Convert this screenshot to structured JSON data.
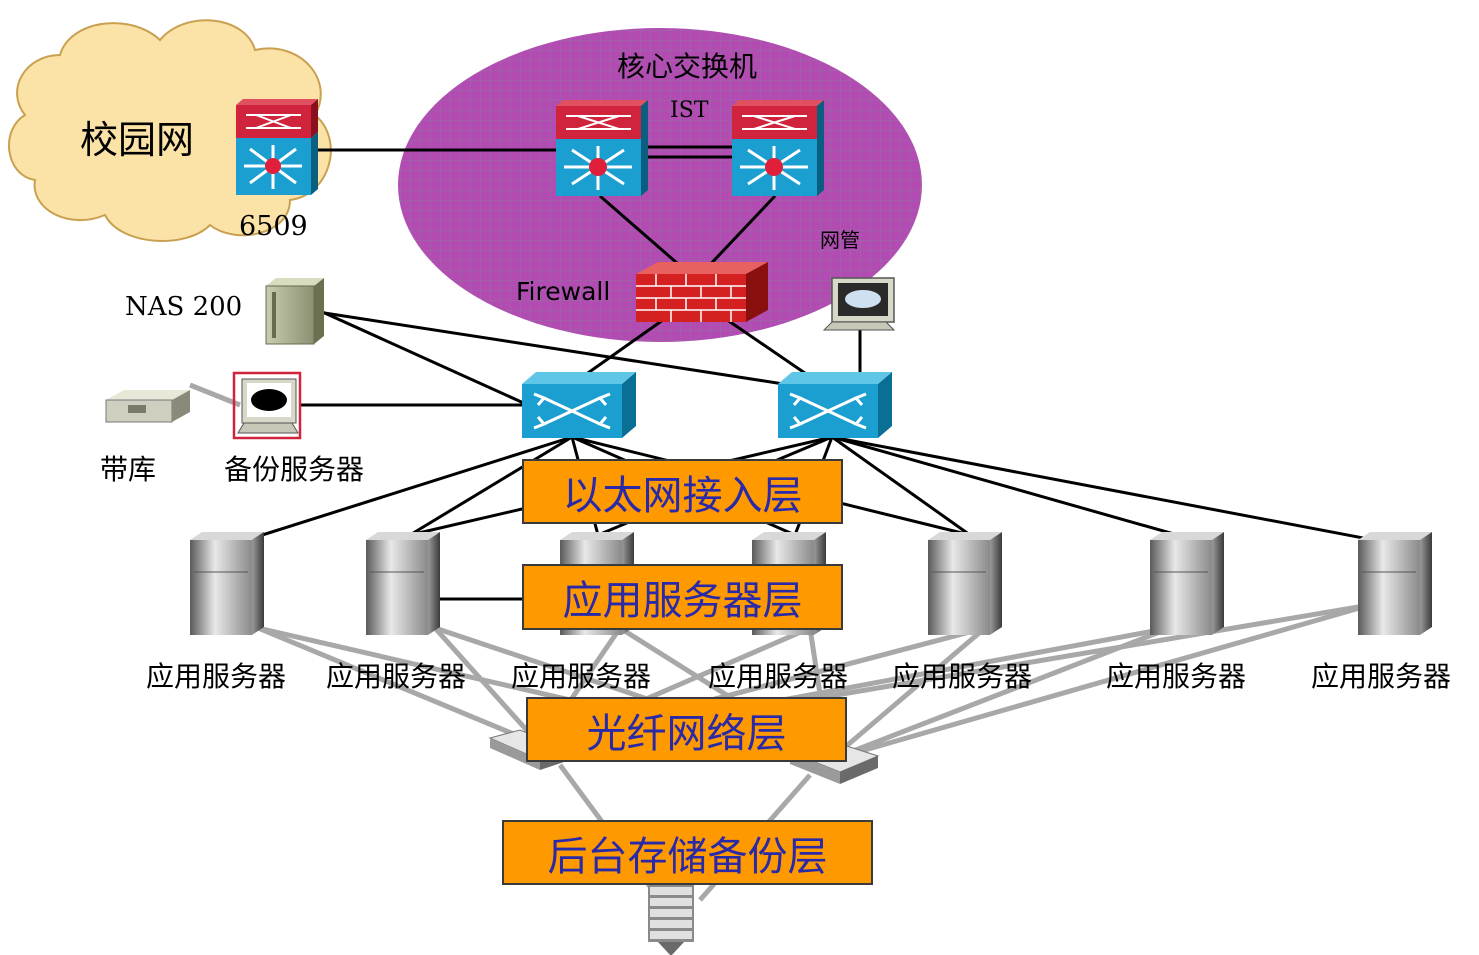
{
  "nodes": {
    "campus": "校园网",
    "switch_6509": "6509",
    "core_group": "核心交换机",
    "ist": "IST",
    "firewall": "Firewall",
    "mgmt": "网管",
    "nas": "NAS 200",
    "tape": "带库",
    "backup_server": "备份服务器",
    "app_server": "应用服务器"
  },
  "layers": [
    "以太网接入层",
    "应用服务器层",
    "光纤网络层",
    "后台存储备份层"
  ],
  "colors": {
    "core_ellipse": "#b04ab0",
    "layer_box": "#ff9900",
    "layer_text": "#2a2aa8",
    "switch_blue": "#1a9fd0",
    "switch_red": "#d0243c",
    "cloud": "#fbe3a8",
    "firewall": "#d42020"
  }
}
